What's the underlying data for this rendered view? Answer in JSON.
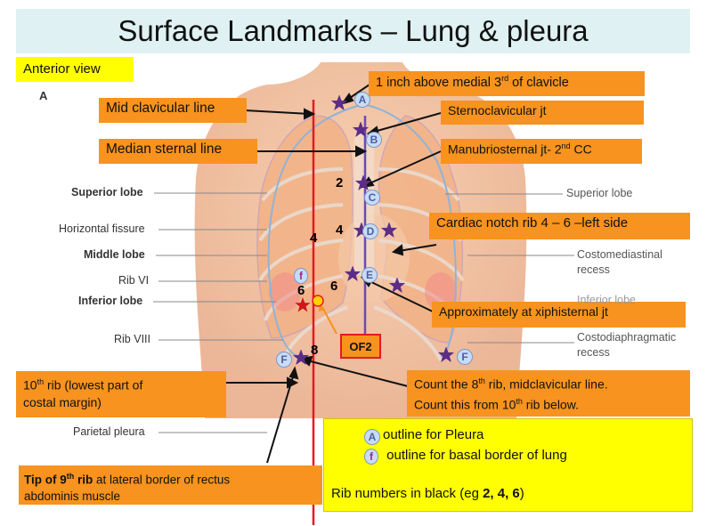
{
  "title": "Surface Landmarks – Lung & pleura",
  "anterior_view": "Anterior view",
  "panel_letter": "A",
  "callouts": {
    "inch_above": {
      "text": "1 inch above medial 3",
      "sup": "rd",
      "tail": " of clavicle"
    },
    "mid_clavicular": "Mid clavicular line",
    "sternoclavicular": "Sternoclavicular jt",
    "median_sternal": "Median sternal line",
    "manubriosternal": {
      "text": "Manubriosternal jt- 2",
      "sup": "nd",
      "tail": " CC"
    },
    "cardiac_notch": "Cardiac notch  rib 4 – 6 –left side",
    "xiphisternal": "Approximately at xiphisternal jt",
    "tenth_rib": {
      "pre": "10",
      "sup": "th",
      "line1": " rib (lowest part of",
      "line2": "costal margin)"
    },
    "count_eighth": {
      "pre": "Count the 8",
      "sup": "th",
      "line1": " rib, midclavicular line.",
      "line2pre": "Count this from 10",
      "line2sup": "th",
      "line2": " rib below."
    },
    "ninth_rib": {
      "bold": "Tip of 9",
      "sup": "th",
      "bold2": " rib",
      "line1": " at lateral border of rectus",
      "line2": "abdominis muscle"
    },
    "of2": "OF2"
  },
  "legend": {
    "pleura": "outline for Pleura",
    "lung": " outline for basal border of lung",
    "rib_note_pre": "Rib numbers in black (eg ",
    "rib_note_nums": "2, 4, 6",
    "rib_note_post": ")",
    "pleura_marker_letter": "A",
    "lung_marker_letter": "f"
  },
  "left_labels": [
    "Superior lobe",
    "Horizontal fissure",
    "Middle lobe",
    "Rib VI",
    "Inferior lobe",
    "Rib VIII",
    "Parietal pleura"
  ],
  "right_labels": [
    "Superior lobe",
    "Costomediastinal",
    "recess",
    "Inferior lobe",
    "Costodiaphragmatic",
    "recess"
  ],
  "rib_numbers": [
    "2",
    "4",
    "4",
    "6",
    "6",
    "8"
  ],
  "point_letters": [
    "A",
    "B",
    "C",
    "D",
    "E",
    "F",
    "F",
    "f"
  ],
  "colors": {
    "orange": "#f7931e",
    "yellow": "#ffff00",
    "title_bg": "#dff1f2",
    "star_purple": "#5b2d86",
    "star_red": "#d0141c",
    "mcl_line": "#e31b23",
    "median_line": "#6a4bb5"
  }
}
